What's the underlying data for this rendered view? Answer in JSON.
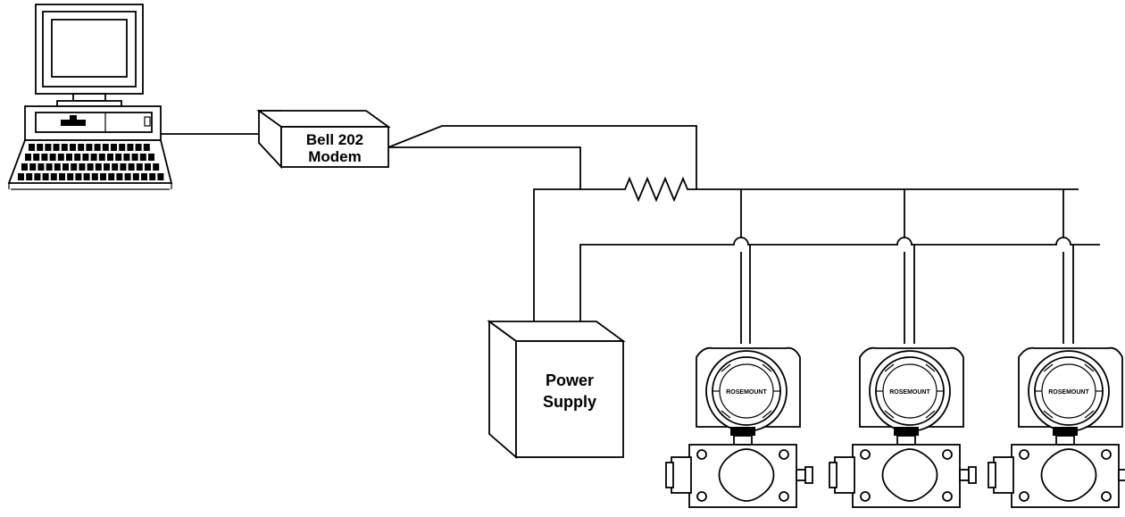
{
  "modem": {
    "line1": "Bell 202",
    "line2": "Modem"
  },
  "power_supply": {
    "line1": "Power",
    "line2": "Supply"
  },
  "transmitters": [
    {
      "logo": "ROSEMOUNT"
    },
    {
      "logo": "ROSEMOUNT"
    },
    {
      "logo": "ROSEMOUNT"
    }
  ]
}
